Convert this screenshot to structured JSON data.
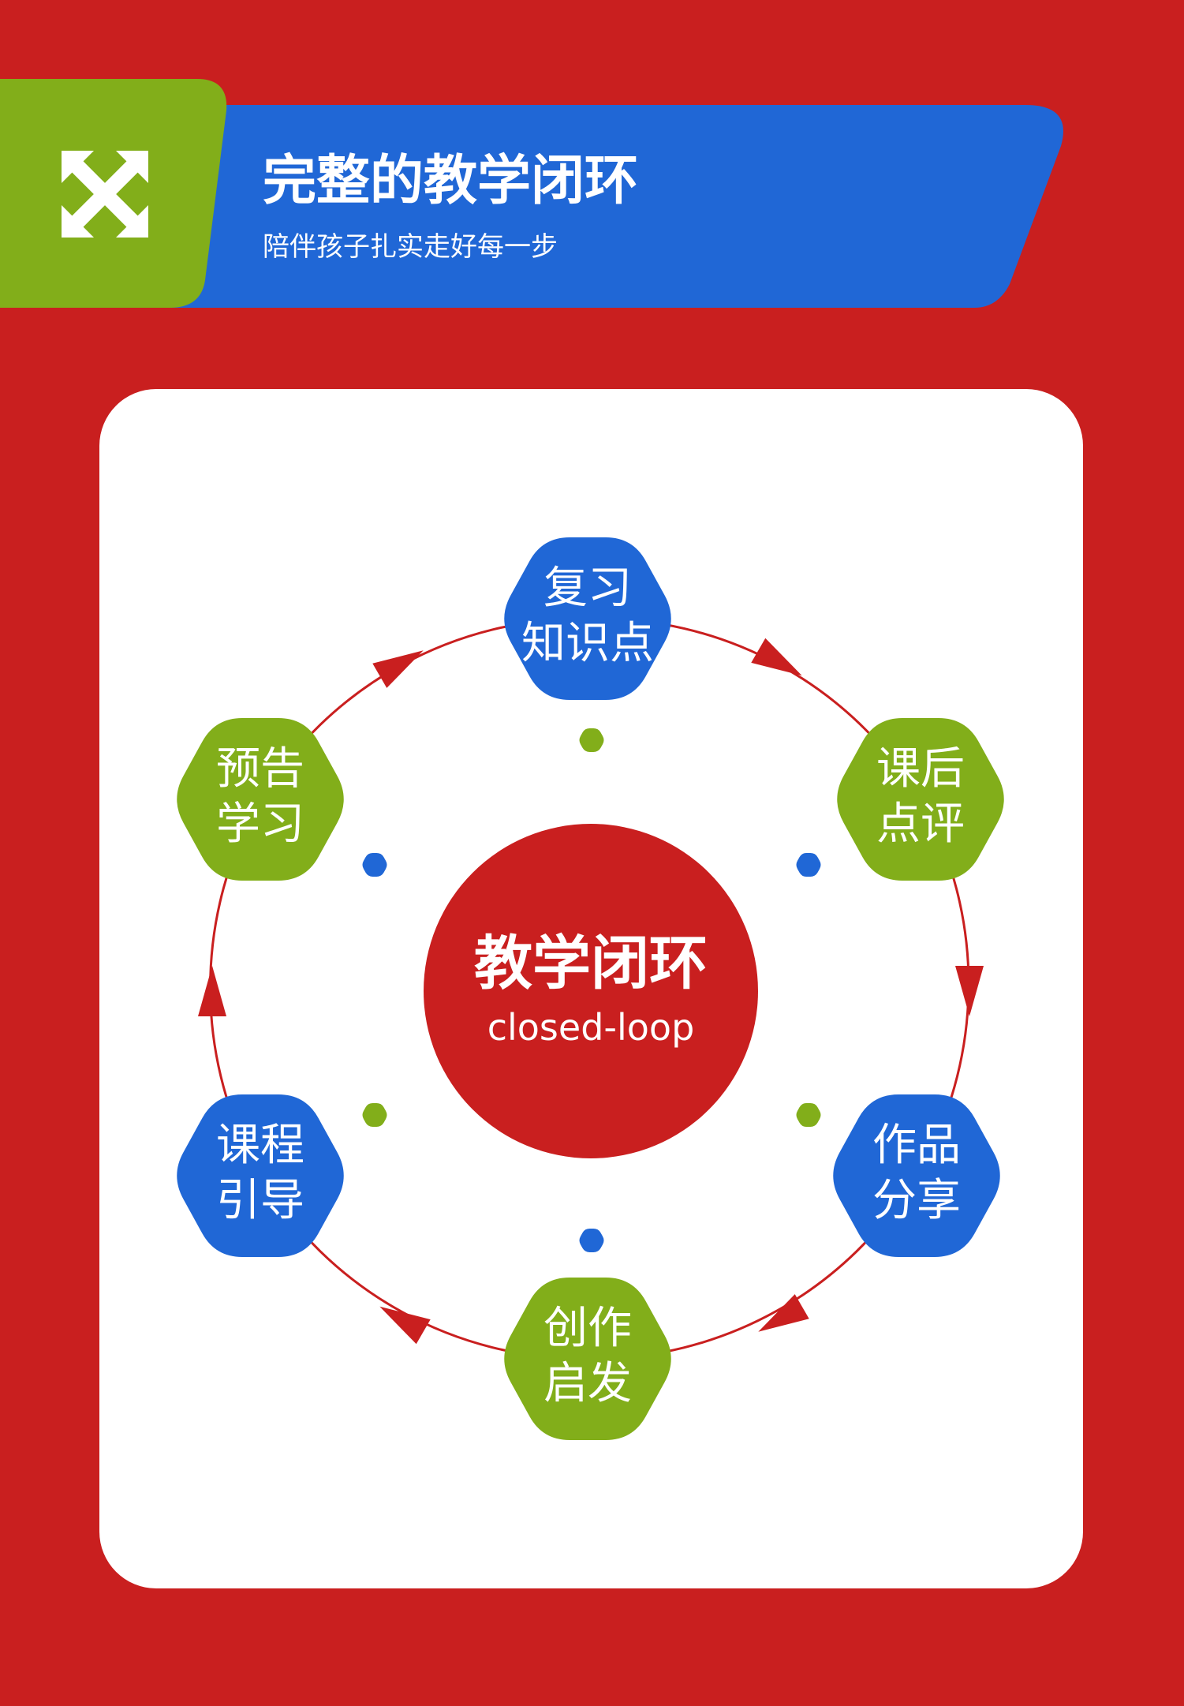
{
  "colors": {
    "background": "#c91f1f",
    "green": "#82ae1a",
    "blue": "#2067d6",
    "red": "#c91f1f",
    "white": "#ffffff"
  },
  "header": {
    "icon": "expand-arrows-icon",
    "title": "完整的教学闭环",
    "subtitle": "陪伴孩子扎实走好每一步"
  },
  "diagram": {
    "center": {
      "title": "教学闭环",
      "subtitle": "closed-loop"
    },
    "nodes": [
      {
        "id": "review",
        "line1": "复习",
        "line2": "知识点",
        "color": "blue"
      },
      {
        "id": "comment",
        "line1": "课后",
        "line2": "点评",
        "color": "green"
      },
      {
        "id": "share",
        "line1": "作品",
        "line2": "分享",
        "color": "blue"
      },
      {
        "id": "create",
        "line1": "创作",
        "line2": "启发",
        "color": "green"
      },
      {
        "id": "guide",
        "line1": "课程",
        "line2": "引导",
        "color": "blue"
      },
      {
        "id": "preview",
        "line1": "预告",
        "line2": "学习",
        "color": "green"
      }
    ],
    "flow_direction": "clockwise"
  }
}
